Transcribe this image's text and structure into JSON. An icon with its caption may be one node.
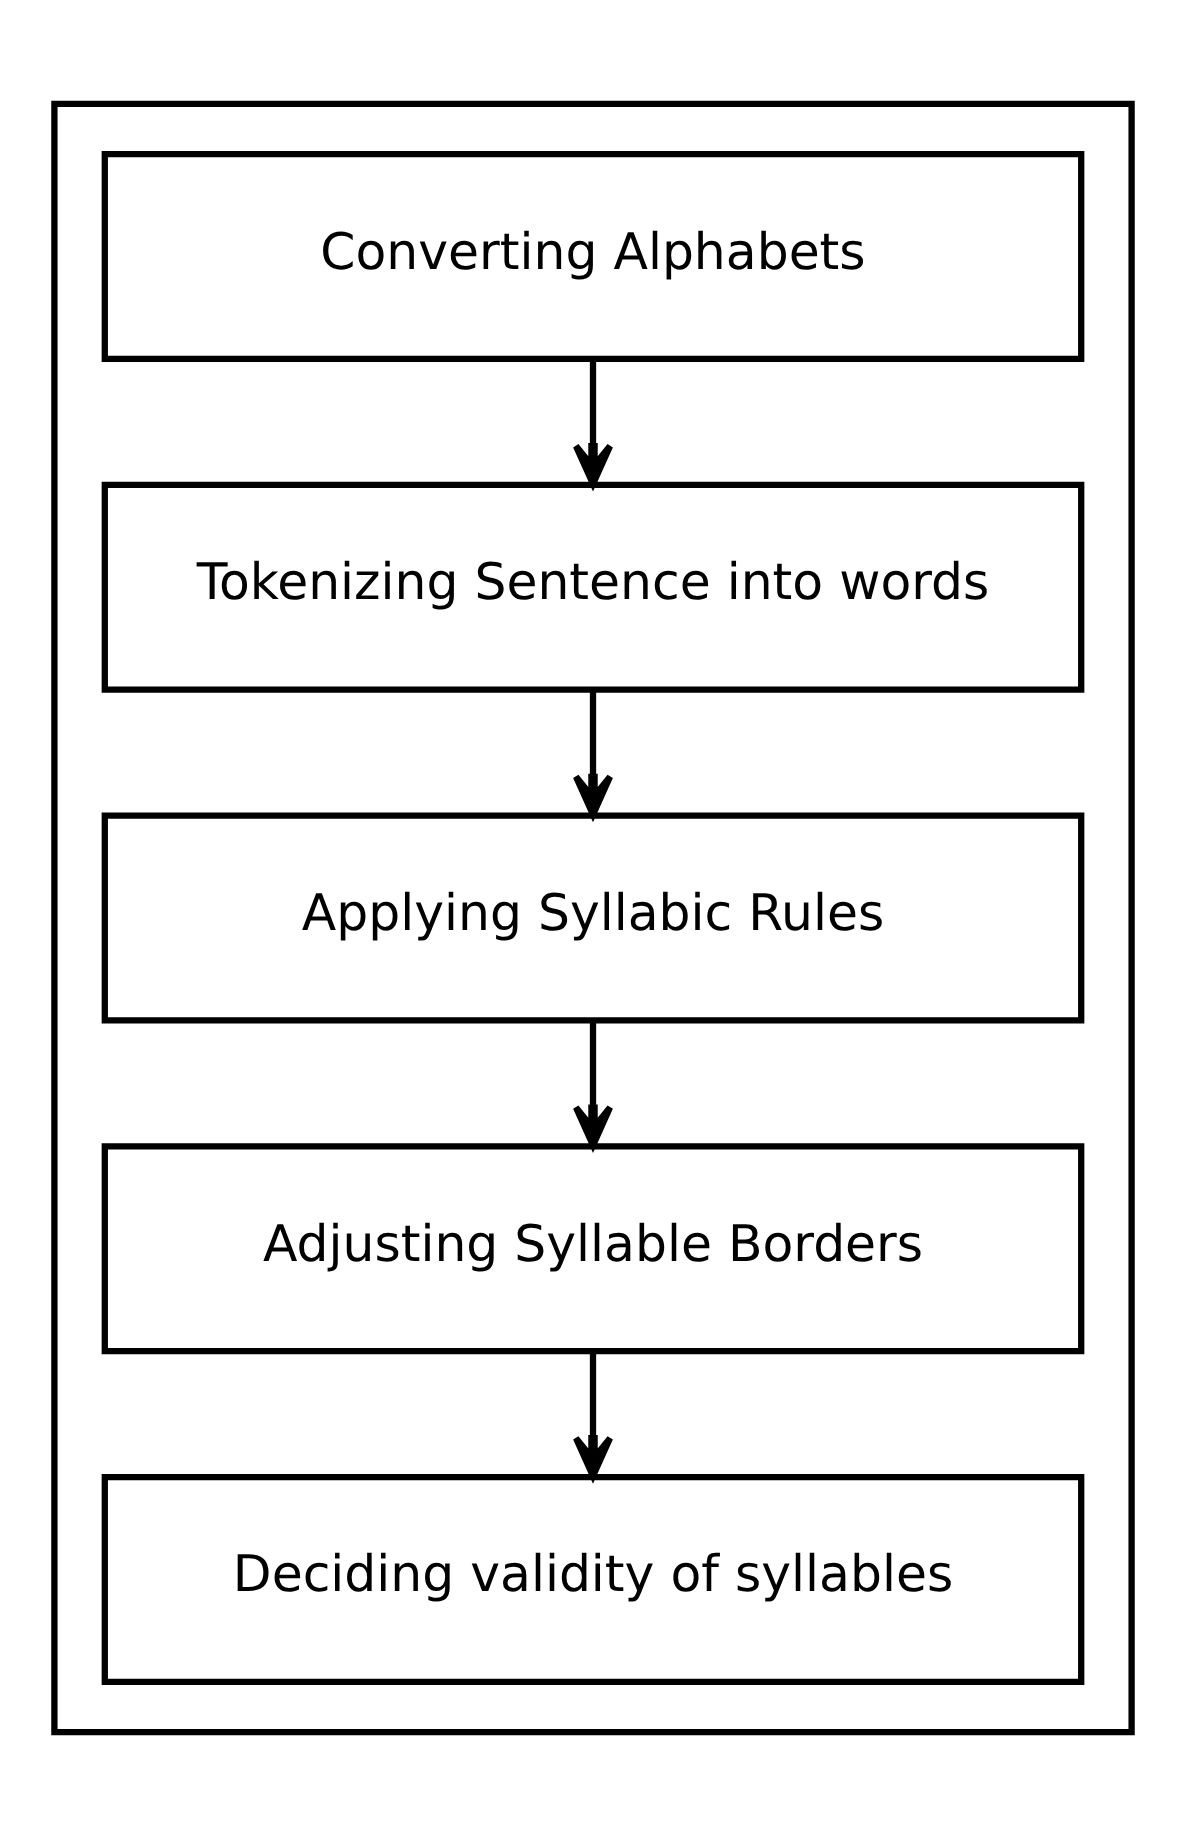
{
  "diagram": {
    "nodes": [
      {
        "text": [],
        "shape": "box"
      },
      {
        "text": [
          "Converting Alphabets"
        ],
        "in": 0
      },
      {
        "text": [
          "Tokenizing Sentence into words"
        ],
        "in": 0
      },
      {
        "text": [
          "Applying Syllabic Rules"
        ],
        "in": 0
      },
      {
        "text": [
          "Adjusting Syllable Borders"
        ],
        "in": 0
      },
      {
        "text": [
          "Deciding validity of syllables"
        ],
        "in": 0
      }
    ],
    "edges": [
      {
        "from": 1,
        "to": 2,
        "arrow": "to"
      },
      {
        "from": 2,
        "to": 3,
        "arrow": "to"
      },
      {
        "from": 3,
        "to": 4,
        "arrow": "to"
      },
      {
        "from": 4,
        "to": 5,
        "arrow": "to"
      }
    ]
  }
}
